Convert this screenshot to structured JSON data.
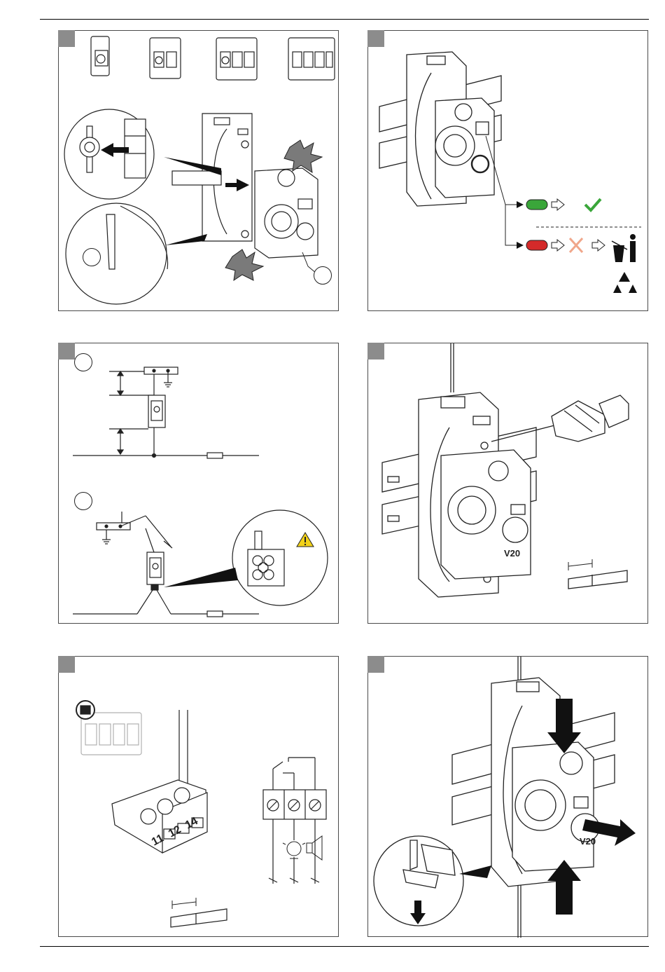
{
  "document": {
    "panels": [
      {
        "id": "p1",
        "step": "",
        "markers": [
          "",
          ""
        ]
      },
      {
        "id": "p2",
        "step": "",
        "markers": []
      },
      {
        "id": "p3",
        "step": "",
        "markers": [
          "",
          ""
        ]
      },
      {
        "id": "p4",
        "step": "",
        "markers": [],
        "device_label": "V20"
      },
      {
        "id": "p5",
        "step": "",
        "terminals": [
          "11",
          "12",
          "14"
        ]
      },
      {
        "id": "p6",
        "step": "",
        "device_label": "V20"
      }
    ],
    "colors": {
      "status_ok": "#3aa63a",
      "status_fault": "#d42a2a",
      "cross": "#f0a68a",
      "check": "#3aa63a",
      "warning": "#f2d21a",
      "tab": "#8c8c8c",
      "spark": "#7a7a7a"
    },
    "icons": [
      "check-icon",
      "cross-icon",
      "waste-bin-icon",
      "recycle-icon",
      "warning-icon",
      "lamp-icon",
      "horn-icon",
      "screwdriver-icon",
      "arrow-icon"
    ]
  }
}
